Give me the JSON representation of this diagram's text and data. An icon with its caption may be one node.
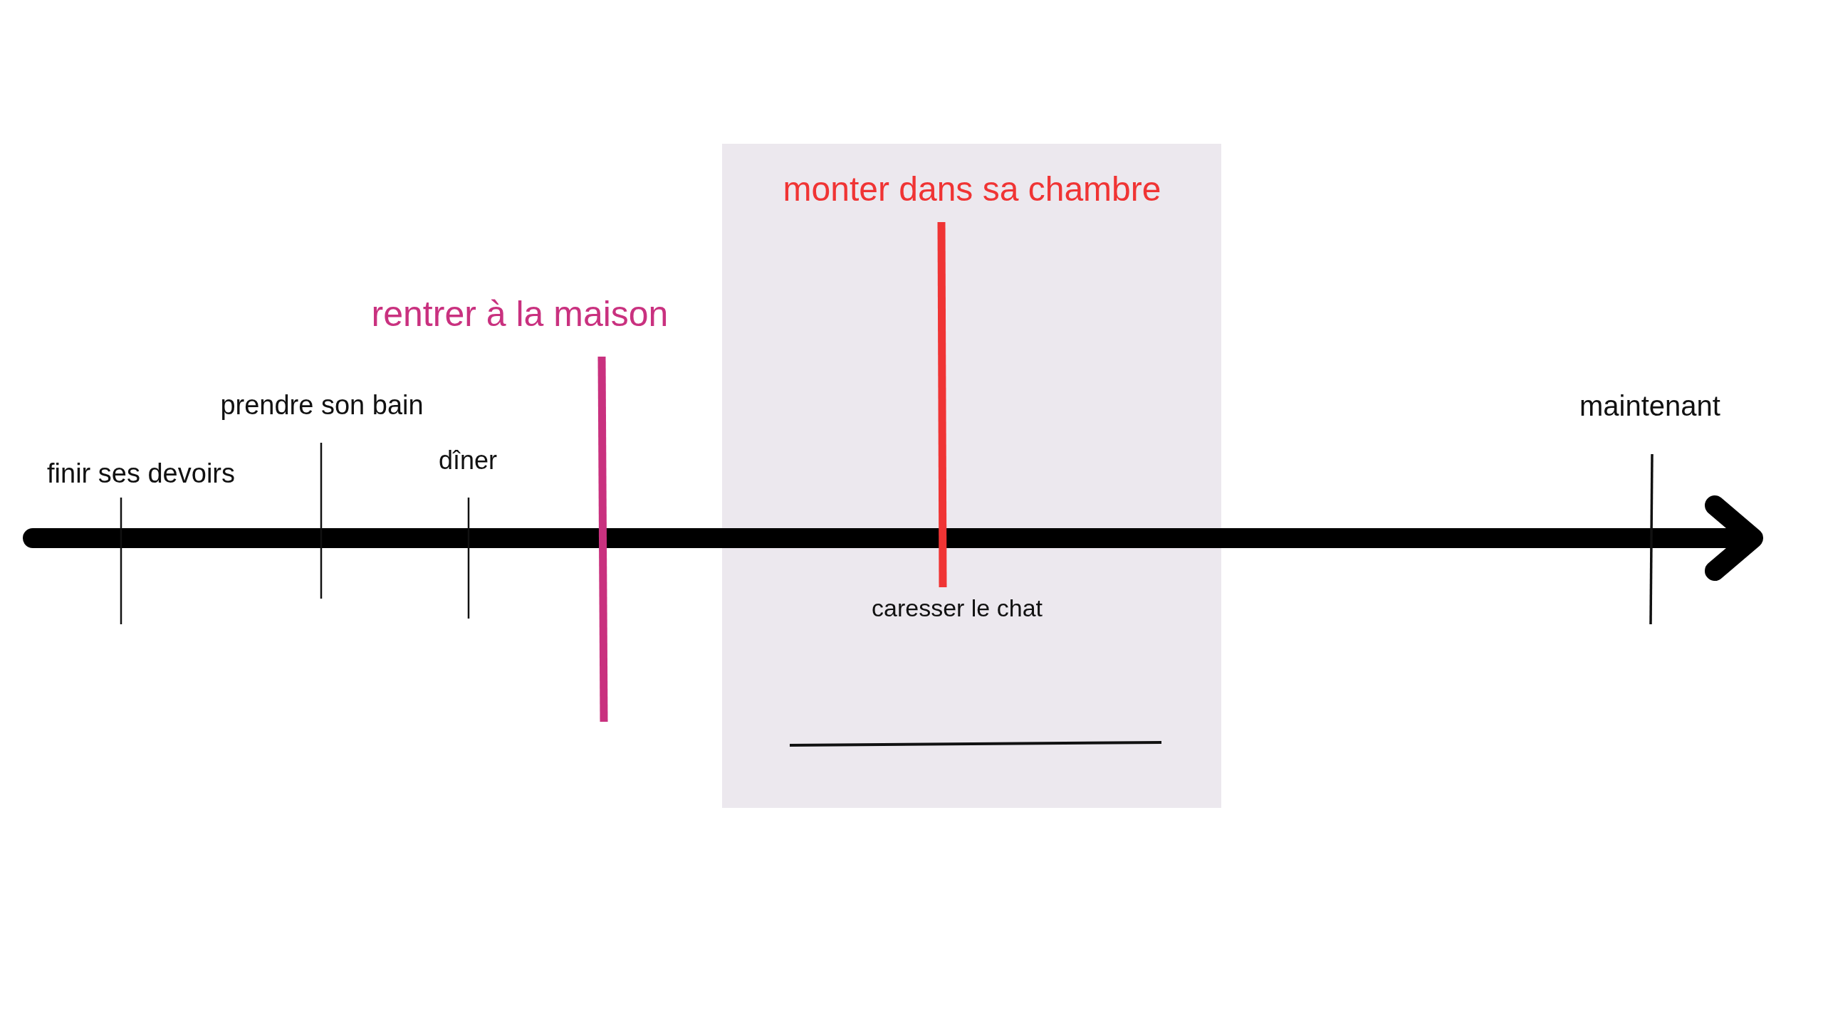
{
  "diagram": {
    "nodes": [
      {
        "text": [
          "monter dans sa chambre",
          "caresser le chat"
        ]
      }
    ],
    "edges": [],
    "labels": [
      "rentrer à la maison",
      "prendre son bain",
      "maintenant",
      "finir ses devoirs",
      "dîner"
    ]
  }
}
